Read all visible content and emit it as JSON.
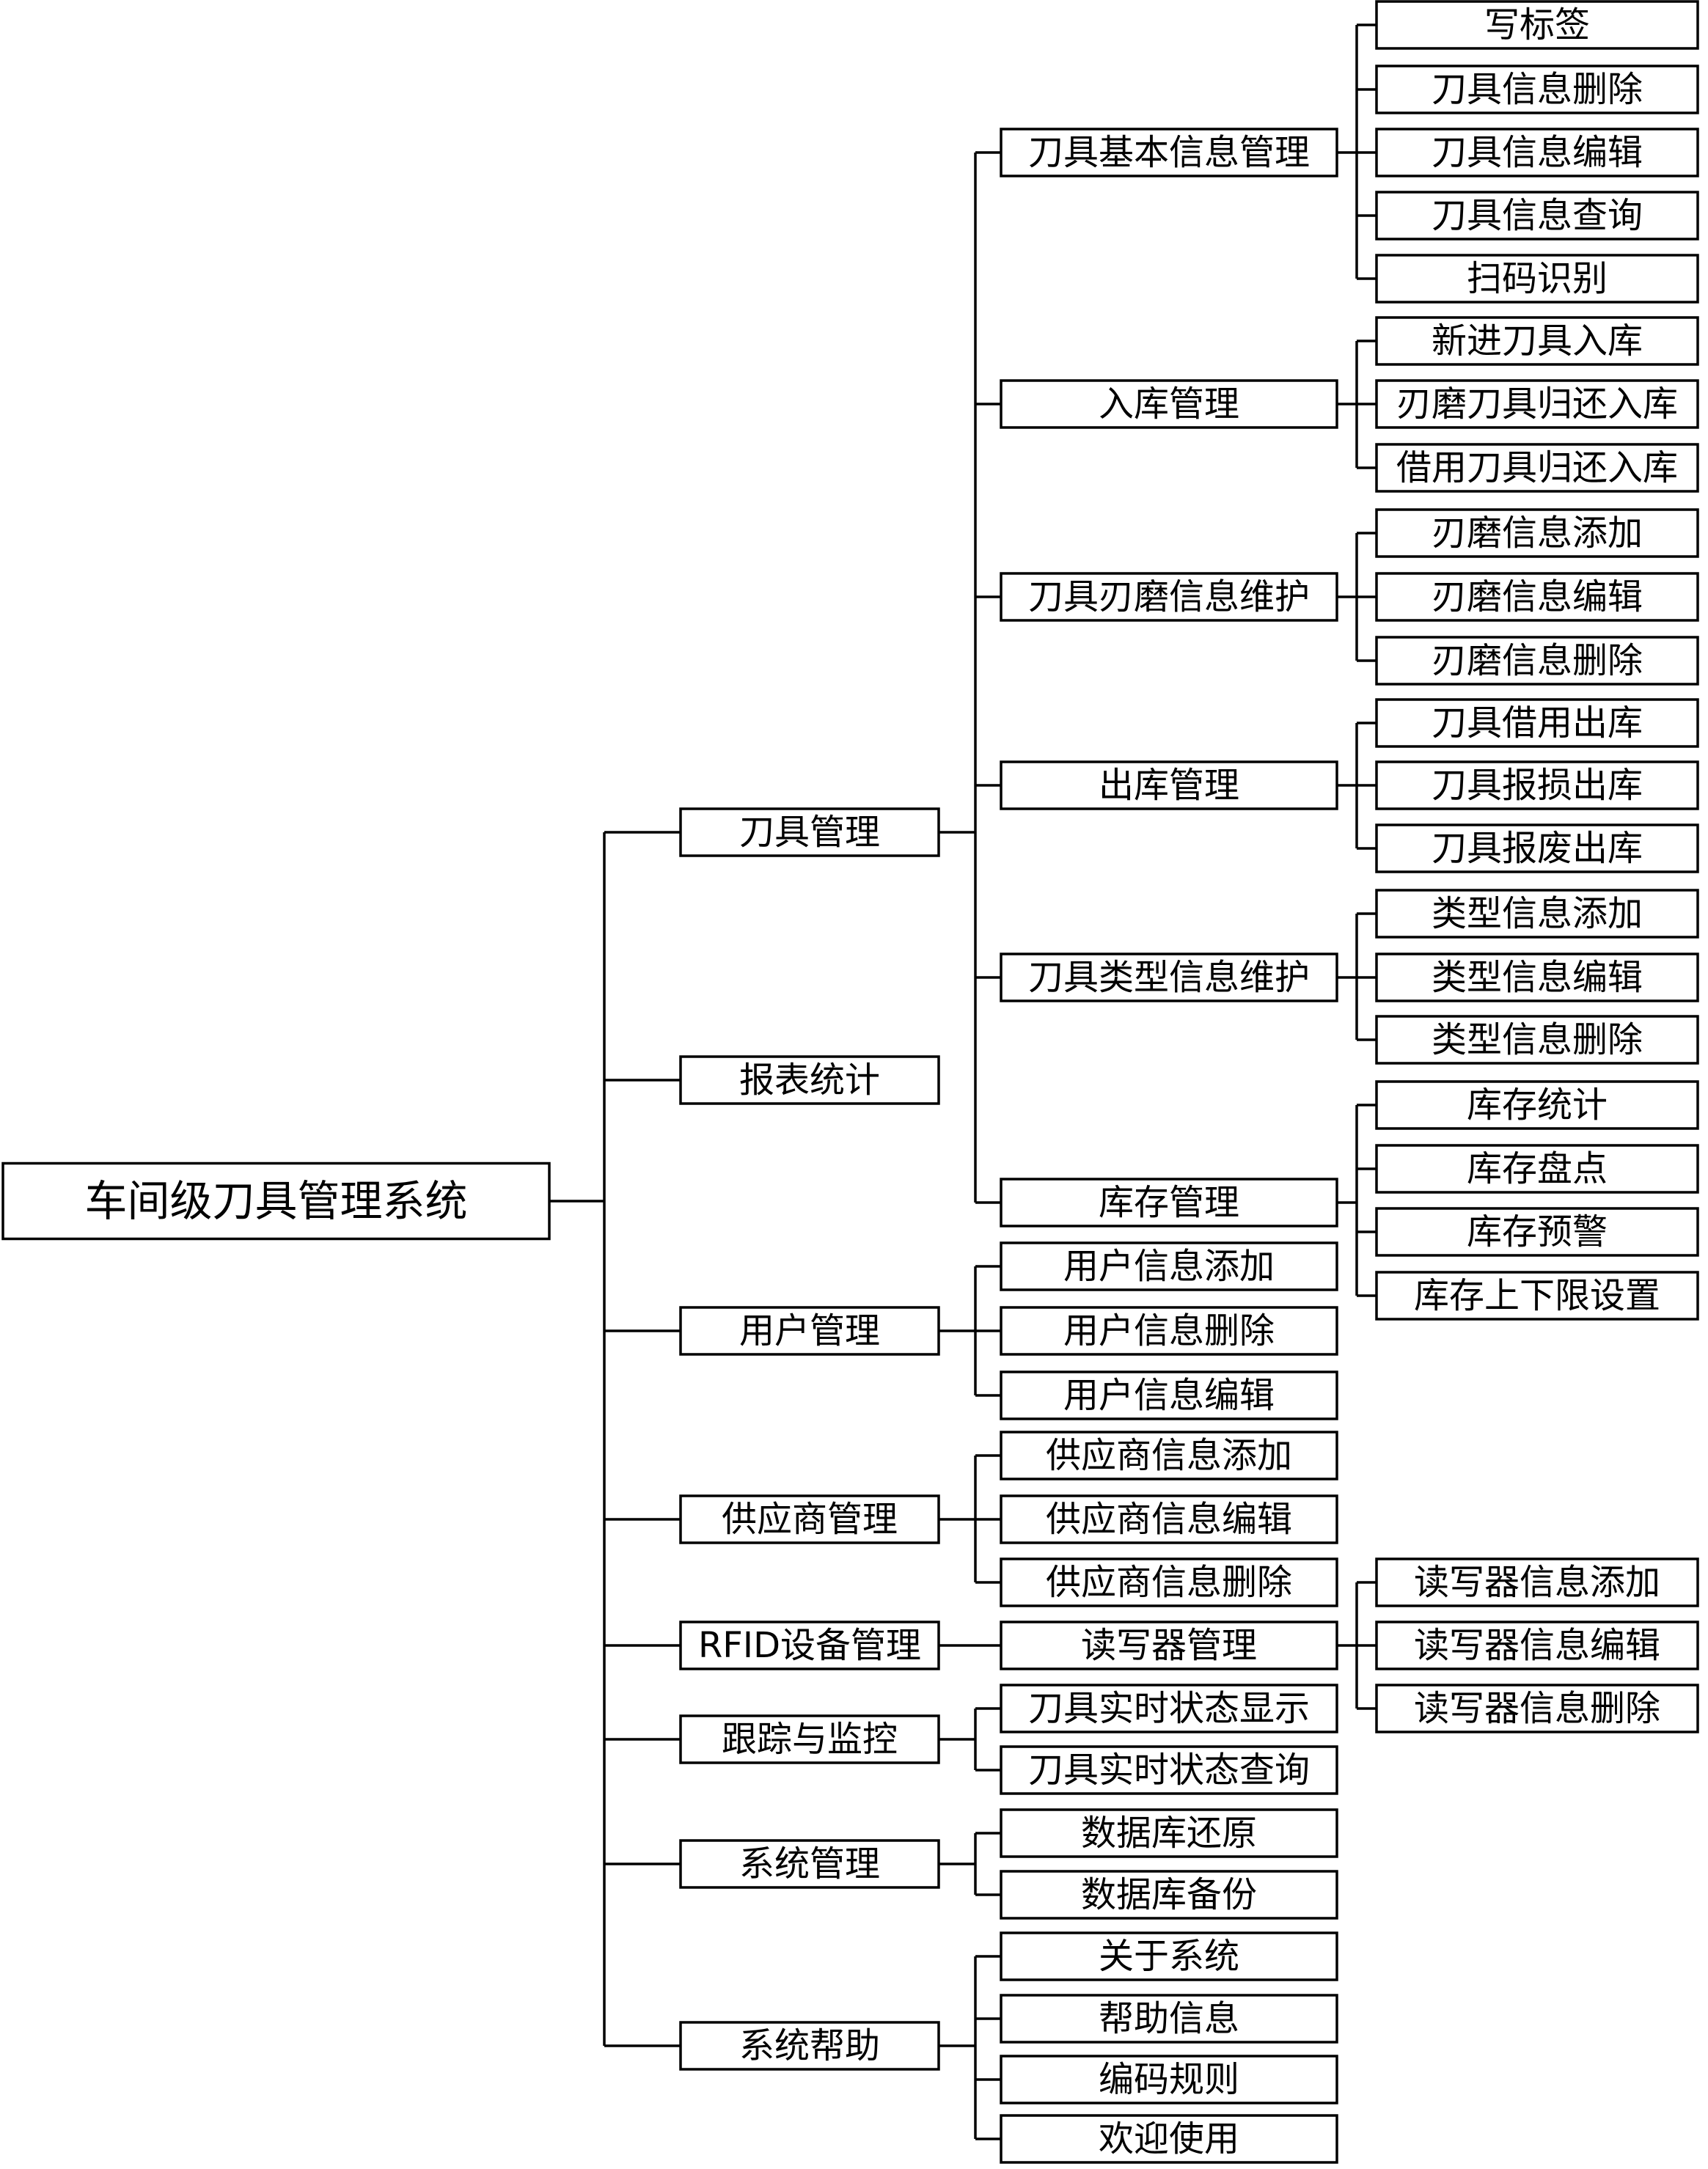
{
  "root": {
    "label": "车间级刀具管理系统",
    "children": [
      {
        "label": "刀具管理",
        "children": [
          {
            "label": "刀具基本信息管理",
            "children": [
              {
                "label": "写标签"
              },
              {
                "label": "刀具信息删除"
              },
              {
                "label": "刀具信息编辑"
              },
              {
                "label": "刀具信息查询"
              },
              {
                "label": "扫码识别"
              }
            ]
          },
          {
            "label": "入库管理",
            "children": [
              {
                "label": "新进刀具入库"
              },
              {
                "label": "刃磨刀具归还入库"
              },
              {
                "label": "借用刀具归还入库"
              }
            ]
          },
          {
            "label": "刀具刃磨信息维护",
            "children": [
              {
                "label": "刃磨信息添加"
              },
              {
                "label": "刃磨信息编辑"
              },
              {
                "label": "刃磨信息删除"
              }
            ]
          },
          {
            "label": "出库管理",
            "children": [
              {
                "label": "刀具借用出库"
              },
              {
                "label": "刀具报损出库"
              },
              {
                "label": "刀具报废出库"
              }
            ]
          },
          {
            "label": "刀具类型信息维护",
            "children": [
              {
                "label": "类型信息添加"
              },
              {
                "label": "类型信息编辑"
              },
              {
                "label": "类型信息删除"
              }
            ]
          },
          {
            "label": "库存管理",
            "children": [
              {
                "label": "库存统计"
              },
              {
                "label": "库存盘点"
              },
              {
                "label": "库存预警"
              },
              {
                "label": "库存上下限设置"
              }
            ]
          }
        ]
      },
      {
        "label": "报表统计"
      },
      {
        "label": "用户管理",
        "children": [
          {
            "label": "用户信息添加"
          },
          {
            "label": "用户信息删除"
          },
          {
            "label": "用户信息编辑"
          }
        ]
      },
      {
        "label": "供应商管理",
        "children": [
          {
            "label": "供应商信息添加"
          },
          {
            "label": "供应商信息编辑"
          },
          {
            "label": "供应商信息删除"
          }
        ]
      },
      {
        "label": "RFID设备管理",
        "children": [
          {
            "label": "读写器管理",
            "children": [
              {
                "label": "读写器信息添加"
              },
              {
                "label": "读写器信息编辑"
              },
              {
                "label": "读写器信息删除"
              }
            ]
          }
        ]
      },
      {
        "label": "跟踪与监控",
        "children": [
          {
            "label": "刀具实时状态显示"
          },
          {
            "label": "刀具实时状态查询"
          }
        ]
      },
      {
        "label": "系统管理",
        "children": [
          {
            "label": "数据库还原"
          },
          {
            "label": "数据库备份"
          }
        ]
      },
      {
        "label": "系统帮助",
        "children": [
          {
            "label": "关于系统"
          },
          {
            "label": "帮助信息"
          },
          {
            "label": "编码规则"
          },
          {
            "label": "欢迎使用"
          }
        ]
      }
    ]
  }
}
